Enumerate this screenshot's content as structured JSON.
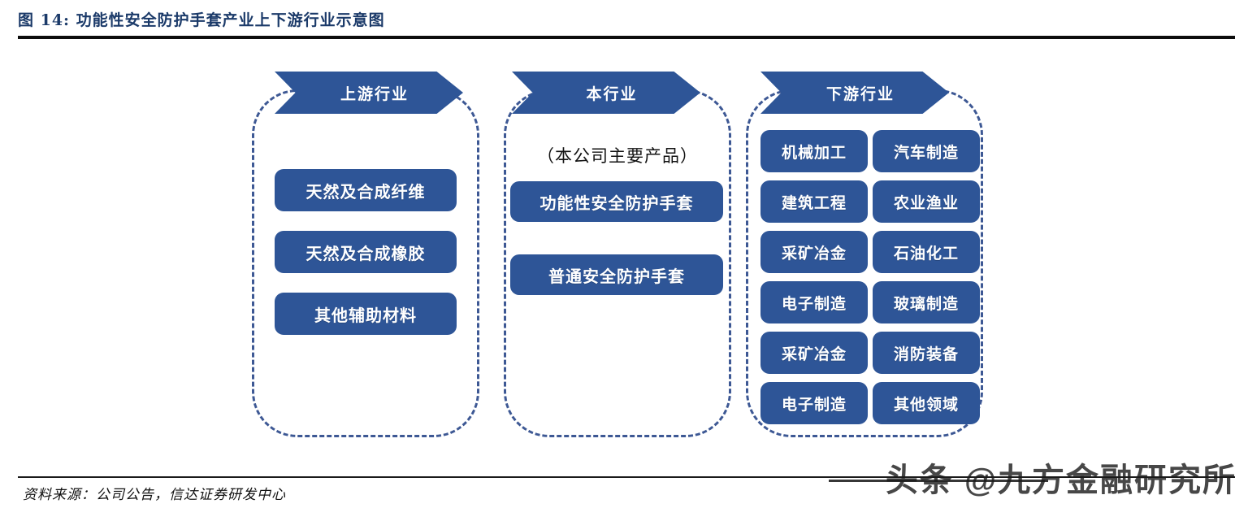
{
  "figure": {
    "title": "图 14: 功能性安全防护手套产业上下游行业示意图",
    "source": "资料来源：公司公告，信达证券研发中心",
    "watermark": "头条 @九方金融研究所"
  },
  "colors": {
    "brand_blue": "#2e5597",
    "frame_dashed": "#3d5894",
    "title_navy": "#1b3a69",
    "rule_black": "#0d0d0d"
  },
  "columns": {
    "upstream": {
      "banner": "上游行业",
      "items": [
        "天然及合成纤维",
        "天然及合成橡胶",
        "其他辅助材料"
      ]
    },
    "industry": {
      "banner": "本行业",
      "note": "（本公司主要产品）",
      "items": [
        "功能性安全防护手套",
        "普通安全防护手套"
      ]
    },
    "downstream": {
      "banner": "下游行业",
      "rows": [
        {
          "left": "机械加工",
          "right": "汽车制造"
        },
        {
          "left": "建筑工程",
          "right": "农业渔业"
        },
        {
          "left": "采矿冶金",
          "right": "石油化工"
        },
        {
          "left": "电子制造",
          "right": "玻璃制造"
        },
        {
          "left": "采矿冶金",
          "right": "消防装备"
        },
        {
          "left": "电子制造",
          "right": "其他领域"
        }
      ]
    }
  }
}
